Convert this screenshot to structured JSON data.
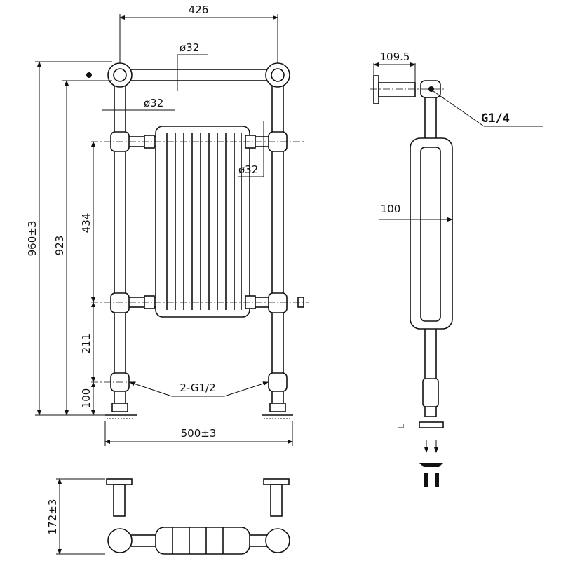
{
  "front_view": {
    "width_top": "426",
    "dia_top": "ø32",
    "dia_left": "ø32",
    "dia_right": "ø32",
    "height_total": "960±3",
    "height_923": "923",
    "radiator_height": "434",
    "dim_211": "211",
    "dim_100": "100",
    "inlets": "2-G1/2",
    "width_base": "500±3"
  },
  "plan_view": {
    "depth": "172±3"
  },
  "side_view": {
    "bracket_depth": "109.5",
    "valve": "G1/4",
    "panel_depth": "100"
  }
}
